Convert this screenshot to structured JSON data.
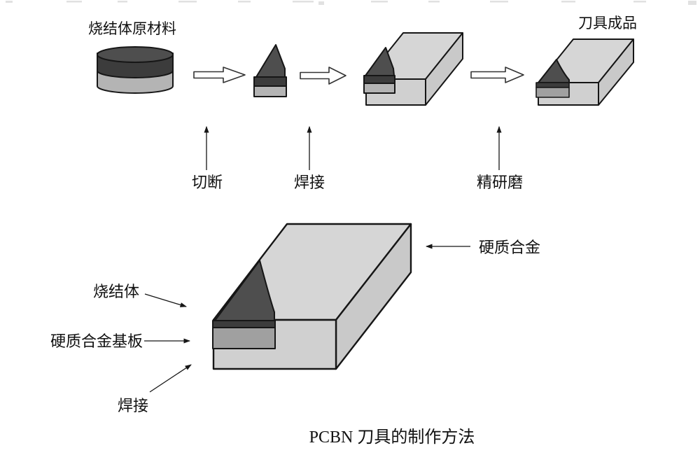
{
  "colors": {
    "dark_face": "#4e4e4e",
    "dark_side": "#3c3c3c",
    "substrate_gray": "#a0a0a0",
    "light_band": "#b4b4b4",
    "block_front": "#d0d0d0",
    "block_top": "#d6d6d6",
    "block_side": "#c9c9c9",
    "hollow_arrow_fill": "#ffffff",
    "artifact_gray": "#c9c9c9"
  },
  "top_row": {
    "source_label": "烧结体原材料",
    "product_label": "刀具成品",
    "steps": [
      {
        "label": "切断"
      },
      {
        "label": "焊接"
      },
      {
        "label": "精研磨"
      }
    ]
  },
  "detail": {
    "sintered_label": "烧结体",
    "substrate_label": "硬质合金基板",
    "weld_label": "焊接",
    "carbide_label": "硬质合金"
  },
  "caption": "PCBN 刀具的制作方法"
}
